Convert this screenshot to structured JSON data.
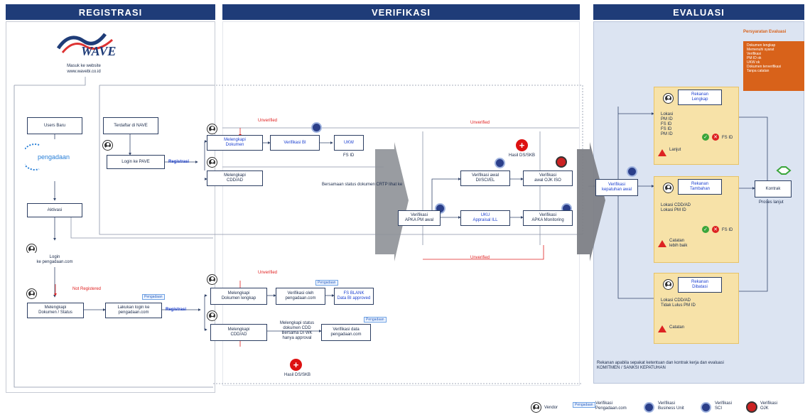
{
  "headers": {
    "registrasi": "REGISTRASI",
    "verifikasi": "VERIFIKASI",
    "evaluasi": "EVALUASI"
  },
  "logo": {
    "text": "WAVE",
    "tagline": "Masuk ke website",
    "url": "www.wavebi.co.id"
  },
  "registrasi": {
    "users_baru": "Users Baru",
    "terdaftar": "Terdaftar di NAVE",
    "pengadaan_logo": "pengadaan",
    "login": "Login ke PAVE",
    "registrasi": "Registrasi",
    "aktivasi": "Aktivasi",
    "login_pengadaan": "Login\nke pengadaan.com",
    "melengkapi": "Melengkapi\nDokumen / Status",
    "notregistered": "Not Registered",
    "login_pengadaan2": "Lakukan login ke\npengadaan.com",
    "pengadaan_tag": "Pengadaan"
  },
  "verifikasi": {
    "unverified": "Unverified",
    "melengkapi_dokumen": "Melengkapi\nDokumen",
    "verifikasi_bi": "Verifikasi BI",
    "ukw": "UKW",
    "fs_id": "FS ID",
    "melengkapi_cdd": "Melengkapi\nCDD/AD",
    "statement": "Bersamaan status dokumen CRTP lihat ke",
    "verifikasi_awal": "Verifikasi\nAPKA PM awal",
    "verifikasi_ubb": "Verifikasi awal\nDI/SCI/EL",
    "verifikasi_ojk": "Verifikasi\nawal OJK ISO",
    "uku": "UKU\nAppraisal ILL",
    "verifikasi_ojk2": "Verifikasi\nAPKA Monitoring",
    "hasil": "Hasil DS/SKB",
    "unverified_bottom": "Unverified",
    "melengkapi_bawah": "Melengkapi\nDokumen lengkap",
    "verifikasi_pengadaan": "Verifikasi oleh\npengadaan.com",
    "fs_blank": "FS BLANK",
    "data_approved": "Data BI approved",
    "melengkapi_cdd2": "Melengkapi\nCDD/AD",
    "statement2": "Melengkapi status\ndokumen CDD\nBersama DI WK\nhanya approval",
    "verifikasi_fs": "Verifikasi data\npengadaan.com",
    "hasil_bottom": "Hasil DS/SKB"
  },
  "evaluasi": {
    "orange_title": "Persyaratan Evaluasi",
    "orange_items": [
      "Dokumen lengkap",
      "Memenuhi syarat",
      "Verifikasi",
      "PM ID ok",
      "UKW ok",
      "Dokumen terverifikasi",
      "Tanpa catatan"
    ],
    "verifikasi_kepatuhan": "Verifikasi\nkepatuhan awal",
    "rekanan_lengkap": "Rekanan\nLengkap",
    "rekanan_lengkap_items": [
      "Lokasi",
      "PM ID",
      "FS ID",
      "FS ID",
      "PM ID"
    ],
    "lanjut": "Lanjut",
    "rekanan_tambahan": "Rekanan\nTambahan",
    "tambahan_items": [
      "Lokasi CDD/AD",
      "Lokasi PM ID"
    ],
    "catatan": "Catatan\nlebih baik",
    "catatan2": "Catatan",
    "rekanan_dibatasi": "Rekanan\nDibatasi",
    "dibatasi_items": [
      "Lokasi CDD/AD",
      "Tidak Lulus PM ID"
    ],
    "kontrak": "Kontrak",
    "proses": "Proses lanjut",
    "footnote": "Rekanan apabila sepakat ketentuan dan kontrak kerja dan evaluasi\nKOMITMEN / SANKSI KEPATUHAN"
  },
  "legend": {
    "vendor": "Vendor",
    "pengadaan": "Verifikasi\nPengadaan.com",
    "bi": "Verifikasi\nBusiness Unit",
    "sci": "Verifikasi\nSCI",
    "ojk": "Verifikasi\nOJK"
  }
}
